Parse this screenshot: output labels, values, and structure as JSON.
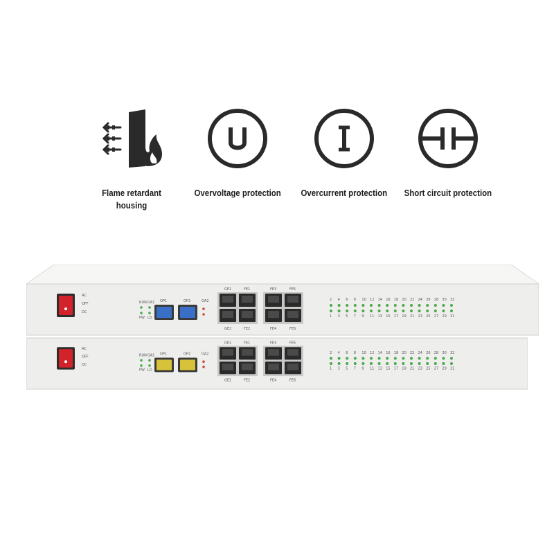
{
  "features": [
    {
      "icon": "flame-retardant-housing-icon",
      "label": "Flame retardant housing"
    },
    {
      "icon": "voltage-u-icon",
      "label": "Overvoltage protection"
    },
    {
      "icon": "current-i-icon",
      "label": "Overcurrent protection"
    },
    {
      "icon": "short-circuit-icon",
      "label": "Short circuit protection"
    }
  ],
  "device_top": {
    "switch_labels": [
      "AC",
      "OFF",
      "DC"
    ],
    "led_labels": [
      "RUN",
      "OA1",
      "PW",
      "LD"
    ],
    "sfp_labels": [
      "OP1",
      "OP2"
    ],
    "oa_label": "OA2",
    "port_labels_top": [
      "GE1",
      "FE1",
      "FE3",
      "FE5"
    ],
    "port_labels_bottom": [
      "GE2",
      "FE2",
      "FE4",
      "FE6"
    ],
    "channel_numbers_even": [
      "2",
      "4",
      "6",
      "8",
      "10",
      "12",
      "14",
      "16",
      "18",
      "20",
      "22",
      "24",
      "26",
      "28",
      "30",
      "32"
    ],
    "channel_numbers_odd": [
      "1",
      "3",
      "5",
      "7",
      "9",
      "11",
      "13",
      "15",
      "17",
      "19",
      "21",
      "23",
      "25",
      "27",
      "29",
      "31"
    ]
  },
  "device_bottom": {
    "switch_labels": [
      "AC",
      "OFF",
      "DC"
    ],
    "led_labels": [
      "RUN",
      "OA1",
      "PW",
      "LD"
    ],
    "sfp_labels": [
      "OP1",
      "OP2"
    ],
    "oa_label": "OA2",
    "port_labels_top": [
      "GE1",
      "FE1",
      "FE3",
      "FE5"
    ],
    "port_labels_bottom": [
      "GE2",
      "FE2",
      "FE4",
      "FE6"
    ],
    "channel_numbers_even": [
      "2",
      "4",
      "6",
      "8",
      "10",
      "12",
      "14",
      "16",
      "18",
      "20",
      "22",
      "24",
      "26",
      "28",
      "30",
      "32"
    ],
    "channel_numbers_odd": [
      "1",
      "3",
      "5",
      "7",
      "9",
      "11",
      "13",
      "15",
      "17",
      "19",
      "21",
      "23",
      "25",
      "27",
      "29",
      "31"
    ]
  },
  "colors": {
    "icon_stroke": "#2a2a2a",
    "chassis": "#eeeeec",
    "power_switch": "#d2222a",
    "led_green": "#4aa84a",
    "sfp_blue": "#3a6fc8",
    "sfp_yellow": "#d8c23a"
  }
}
